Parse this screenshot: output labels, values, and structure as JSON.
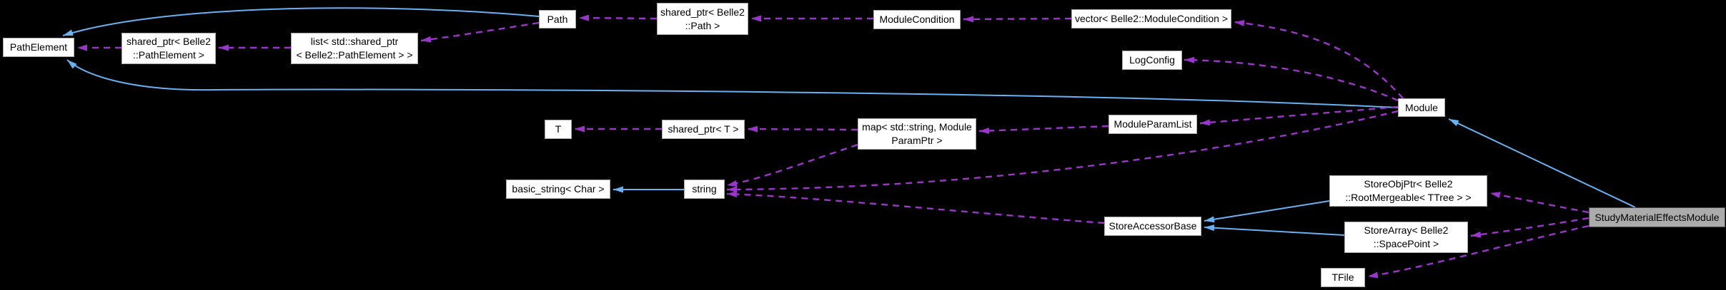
{
  "diagram": {
    "type": "doxygen-collaboration-graph",
    "focus_class": "StudyMaterialEffectsModule",
    "colors": {
      "background": "#000000",
      "inheritance_edge": "#66b2f2",
      "usage_edge": "#9c35ce",
      "node_fill": "#ffffff",
      "node_border": "#a7a7a7",
      "focus_node_fill": "#ababab",
      "focus_node_border": "#4d4d4d",
      "node_text": "#000000"
    },
    "nodes": [
      {
        "id": "pathelement",
        "label": "PathElement"
      },
      {
        "id": "shared-ptr-pathelement",
        "label": "shared_ptr< Belle2\n::PathElement >"
      },
      {
        "id": "list-shared-ptr-pathelement",
        "label": "list< std::shared_ptr\n< Belle2::PathElement > >"
      },
      {
        "id": "path",
        "label": "Path"
      },
      {
        "id": "shared-ptr-path",
        "label": "shared_ptr< Belle2\n::Path >"
      },
      {
        "id": "modulecondition",
        "label": "ModuleCondition"
      },
      {
        "id": "vector-modulecondition",
        "label": "vector< Belle2::ModuleCondition >"
      },
      {
        "id": "logconfig",
        "label": "LogConfig"
      },
      {
        "id": "module",
        "label": "Module"
      },
      {
        "id": "t",
        "label": "T"
      },
      {
        "id": "shared-ptr-t",
        "label": "shared_ptr< T >"
      },
      {
        "id": "map-moduleparamptr",
        "label": "map< std::string, Module\nParamPtr >"
      },
      {
        "id": "moduleparamlist",
        "label": "ModuleParamList"
      },
      {
        "id": "basic-string-char",
        "label": "basic_string< Char >"
      },
      {
        "id": "string",
        "label": "string"
      },
      {
        "id": "storeaccessorbase",
        "label": "StoreAccessorBase"
      },
      {
        "id": "storeobjptr-rootmergeable",
        "label": "StoreObjPtr< Belle2\n::RootMergeable< TTree > >"
      },
      {
        "id": "storearray-spacepoint",
        "label": "StoreArray< Belle2\n::SpacePoint >"
      },
      {
        "id": "tfile",
        "label": "TFile"
      },
      {
        "id": "studymaterialeffectsmodule",
        "label": "StudyMaterialEffectsModule"
      }
    ],
    "edges": [
      {
        "from": "Path",
        "to": "PathElement",
        "type": "inheritance"
      },
      {
        "from": "Module",
        "to": "PathElement",
        "type": "inheritance"
      },
      {
        "from": "shared_ptr< Belle2::PathElement >",
        "to": "PathElement",
        "type": "usage"
      },
      {
        "from": "list< std::shared_ptr< Belle2::PathElement > >",
        "to": "shared_ptr< Belle2::PathElement >",
        "type": "usage"
      },
      {
        "from": "Path",
        "to": "list< std::shared_ptr< Belle2::PathElement > >",
        "type": "usage"
      },
      {
        "from": "shared_ptr< Belle2::Path >",
        "to": "Path",
        "type": "usage"
      },
      {
        "from": "ModuleCondition",
        "to": "shared_ptr< Belle2::Path >",
        "type": "usage"
      },
      {
        "from": "vector< Belle2::ModuleCondition >",
        "to": "ModuleCondition",
        "type": "usage"
      },
      {
        "from": "Module",
        "to": "vector< Belle2::ModuleCondition >",
        "type": "usage"
      },
      {
        "from": "Module",
        "to": "LogConfig",
        "type": "usage"
      },
      {
        "from": "shared_ptr< T >",
        "to": "T",
        "type": "usage"
      },
      {
        "from": "map< std::string, ModuleParamPtr >",
        "to": "shared_ptr< T >",
        "type": "usage"
      },
      {
        "from": "ModuleParamList",
        "to": "map< std::string, ModuleParamPtr >",
        "type": "usage"
      },
      {
        "from": "Module",
        "to": "ModuleParamList",
        "type": "usage"
      },
      {
        "from": "map< std::string, ModuleParamPtr >",
        "to": "string",
        "type": "usage"
      },
      {
        "from": "Module",
        "to": "string",
        "type": "usage"
      },
      {
        "from": "StoreAccessorBase",
        "to": "string",
        "type": "usage"
      },
      {
        "from": "string",
        "to": "basic_string< Char >",
        "type": "inheritance"
      },
      {
        "from": "StoreObjPtr< Belle2::RootMergeable< TTree > >",
        "to": "StoreAccessorBase",
        "type": "inheritance"
      },
      {
        "from": "StoreArray< Belle2::SpacePoint >",
        "to": "StoreAccessorBase",
        "type": "inheritance"
      },
      {
        "from": "StudyMaterialEffectsModule",
        "to": "Module",
        "type": "inheritance"
      },
      {
        "from": "StudyMaterialEffectsModule",
        "to": "StoreObjPtr< Belle2::RootMergeable< TTree > >",
        "type": "usage"
      },
      {
        "from": "StudyMaterialEffectsModule",
        "to": "StoreArray< Belle2::SpacePoint >",
        "type": "usage"
      },
      {
        "from": "StudyMaterialEffectsModule",
        "to": "TFile",
        "type": "usage"
      }
    ]
  }
}
